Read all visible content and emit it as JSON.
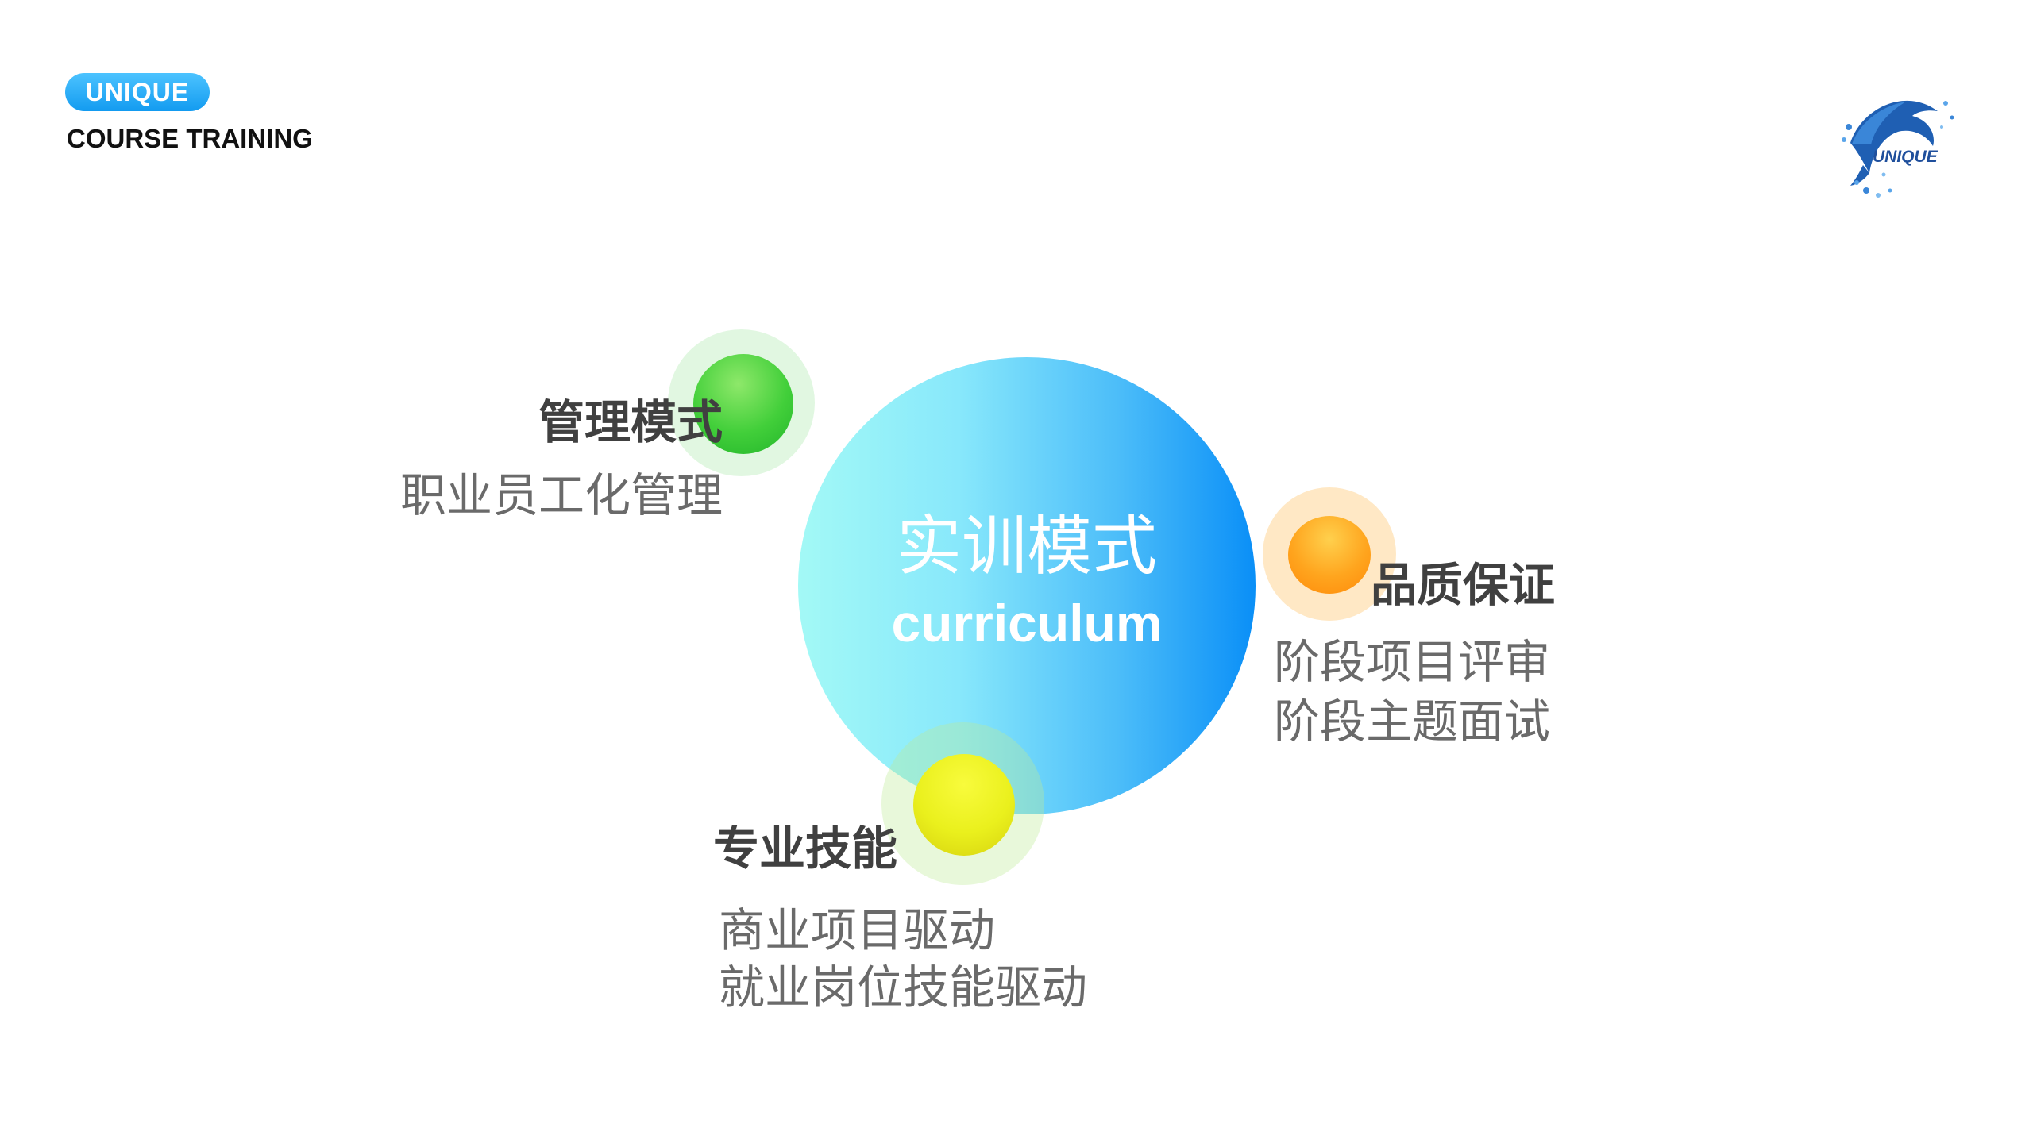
{
  "header": {
    "badge": "UNIQUE",
    "subtitle": "COURSE TRAINING"
  },
  "logo": {
    "text": "UNIQUE",
    "icon": "dolphin-icon"
  },
  "colors": {
    "accent": "#139bf0",
    "center_light": "#a3f9f6",
    "center_dark": "#0a8ff7",
    "green": "#42cf3a",
    "orange": "#ffa51e",
    "yellow": "#eaf01d",
    "heading": "#404040",
    "body": "#6a6a6a"
  },
  "center": {
    "title": "实训模式",
    "subtitle": "curriculum"
  },
  "nodes": {
    "management": {
      "heading": "管理模式",
      "lines": [
        "职业员工化管理"
      ]
    },
    "quality": {
      "heading": "品质保证",
      "lines": [
        "阶段项目评审",
        "阶段主题面试"
      ]
    },
    "skills": {
      "heading": "专业技能",
      "lines": [
        "商业项目驱动",
        "就业岗位技能驱动"
      ]
    }
  }
}
